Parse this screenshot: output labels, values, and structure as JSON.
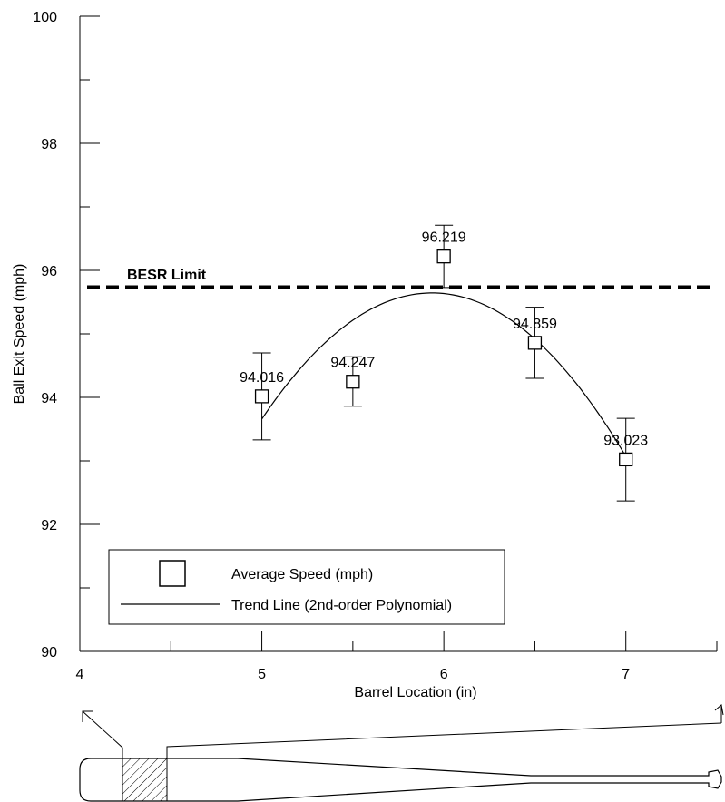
{
  "chart_data": {
    "type": "scatter",
    "xlabel": "Barrel Location (in)",
    "ylabel": "Ball Exit Speed (mph)",
    "xlim": [
      4,
      7.5
    ],
    "ylim": [
      90,
      100
    ],
    "x_ticks": [
      4,
      5,
      6,
      7
    ],
    "x_tick_labels": [
      "4",
      "5",
      "6",
      "7"
    ],
    "y_ticks": [
      90,
      92,
      94,
      96,
      98,
      100
    ],
    "y_tick_labels": [
      "90",
      "92",
      "94",
      "96",
      "98",
      "100"
    ],
    "grid": false,
    "series": [
      {
        "name": "Average Speed (mph)",
        "marker": "square",
        "x": [
          5,
          5.5,
          6,
          6.5,
          7
        ],
        "y": [
          94.016,
          94.247,
          96.219,
          94.859,
          93.023
        ],
        "labels": [
          "94.016",
          "94.247",
          "96.219",
          "94.859",
          "93.023"
        ],
        "error_low": [
          93.33,
          93.86,
          95.73,
          94.3,
          92.37
        ],
        "error_high": [
          94.7,
          94.64,
          96.71,
          95.42,
          93.67
        ]
      },
      {
        "name": "Trend Line (2nd-order Polynomial)",
        "type": "line",
        "x_range": [
          5,
          7
        ],
        "y_at": {
          "5": 93.66,
          "5.93": 95.55,
          "6.5": 94.92,
          "7": 93.07
        }
      }
    ],
    "reference_line": {
      "label": "BESR Limit",
      "y": 95.74,
      "style": "dashed"
    },
    "legend_placement": "bottom-left"
  }
}
